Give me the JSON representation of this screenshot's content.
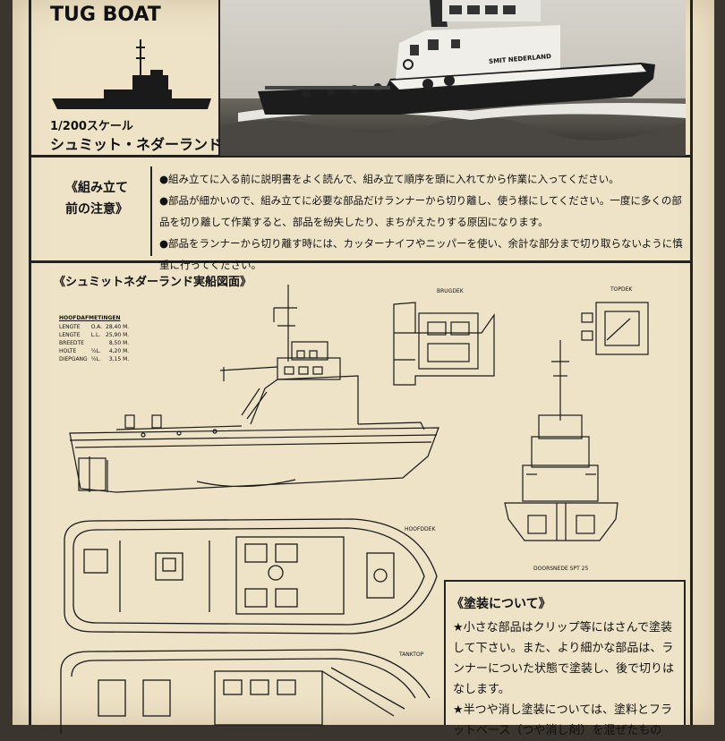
{
  "header": {
    "title": "TUG BOAT",
    "scale": "1/200スケール",
    "ship_name": "シュミット・ネダーランド",
    "hull_lettering": "SMIT NEDERLAND"
  },
  "notice": {
    "title_line1": "《組み立て",
    "title_line2": "前の注意》",
    "items": [
      "●組み立てに入る前に説明書をよく読んで、組み立て順序を頭に入れてから作業に入ってください。",
      "●部品が細かいので、組み立てに必要な部品だけランナーから切り離し、使う様にしてください。一度に多くの部品を切り離して作業すると、部品を紛失したり、まちがえたりする原因になります。",
      "●部品をランナーから切り離す時には、カッターナイフやニッパーを使い、余計な部分まで切り取らないように慎重に行ってください。"
    ]
  },
  "drawing": {
    "title": "《シュミットネダーランド実船図面》",
    "dimensions_header": "HOOFDAFMETINGEN",
    "dimensions": [
      {
        "name": "LENGTE",
        "code": "O.A.",
        "value": "28,40 M."
      },
      {
        "name": "LENGTE",
        "code": "L.L.",
        "value": "25,90 M."
      },
      {
        "name": "BREEDTE",
        "code": "",
        "value": "8,50 M."
      },
      {
        "name": "HOLTE",
        "code": "½L.",
        "value": "4,20 M."
      },
      {
        "name": "DIEPGANG",
        "code": "½L.",
        "value": "3,15 M."
      }
    ],
    "labels": {
      "bridge_deck": "BRUGDEK",
      "top_deck": "TOPDEK",
      "main_deck": "HOOFDDEK",
      "section": "DOORSNEDE SPT 25",
      "tank_top": "TANKTOP"
    }
  },
  "painting": {
    "title": "《塗装について》",
    "items": [
      "★小さな部品はクリップ等にはさんで塗装して下さい。また、より細かな部品は、ランナーについた状態で塗装し、後で切りはなします。",
      "★半つや消し塗装については、塗料とフラットベース（つや消し剤）を混ぜたもの"
    ]
  }
}
